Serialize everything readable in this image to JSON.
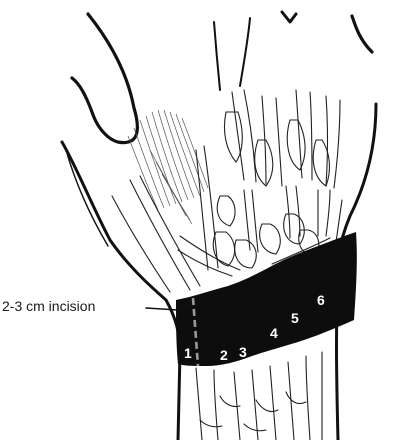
{
  "labels": {
    "incision": "2-3 cm incision"
  },
  "compartments": [
    "1",
    "2",
    "3",
    "4",
    "5",
    "6"
  ],
  "colors": {
    "ink": "#111111",
    "band": "#0d0d0d",
    "compartment_text": "#ffffff",
    "incision_line": "#9a9a9a",
    "background": "#ffffff"
  }
}
